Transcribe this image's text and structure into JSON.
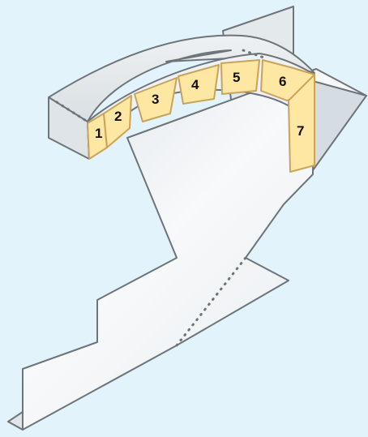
{
  "colors": {
    "background": "#e3f3fb",
    "structure_light": "#f7f9fa",
    "structure_mid": "#e9edf0",
    "structure_dark": "#cfd6db",
    "outline": "#6d747a",
    "segment_fill": "#fde7a3",
    "segment_outline": "#c9a35a",
    "label": "#111111"
  },
  "segments": [
    {
      "label": "1"
    },
    {
      "label": "2"
    },
    {
      "label": "3"
    },
    {
      "label": "4"
    },
    {
      "label": "5"
    },
    {
      "label": "6"
    },
    {
      "label": "7"
    }
  ]
}
